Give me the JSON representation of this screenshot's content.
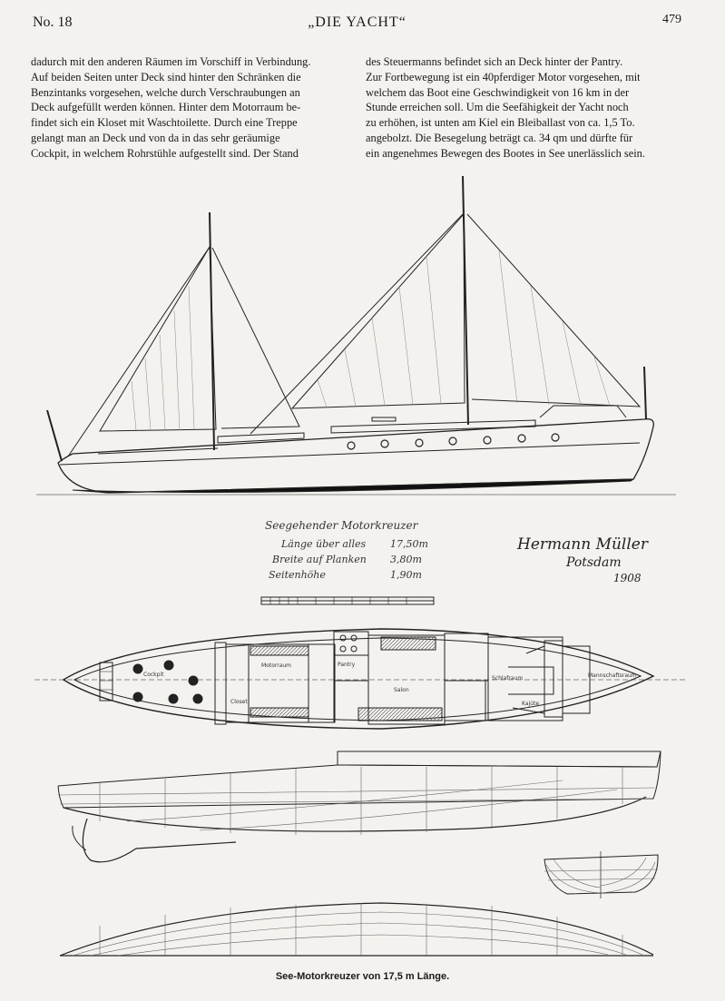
{
  "header": {
    "number": "No. 18",
    "title": "„DIE YACHT“",
    "page": "479"
  },
  "text_left": [
    "dadurch mit den anderen Räumen im Vorschiff in Verbindung.",
    "Auf beiden Seiten unter Deck sind hinter den Schränken die",
    "Benzintanks vorgesehen, welche durch Verschraubungen an",
    "Deck aufgefüllt werden können. Hinter dem Motorraum be-",
    "findet sich ein Kloset mit Waschtoilette. Durch eine Treppe",
    "gelangt man an Deck und von da in das sehr geräumige",
    "Cockpit, in welchem Rohrstühle aufgestellt sind. Der Stand"
  ],
  "text_right": [
    "des Steuermanns befindet sich an Deck hinter der Pantry.",
    "Zur Fortbewegung ist ein 40pferdiger Motor vorgesehen, mit",
    "welchem das Boot eine Geschwindigkeit von 16 km in der",
    "Stunde erreichen soll. Um die Seefähigkeit der Yacht noch",
    "zu erhöhen, ist unten am Kiel ein Bleiballast von ca. 1,5 To.",
    "angebolzt. Die Besegelung beträgt ca. 34 qm und dürfte für",
    "ein angenehmes Bewegen des Bootes in See unerlässlich sein."
  ],
  "handwritten_note": {
    "title": "Seegehender Motorkreuzer",
    "rows": [
      {
        "label": "Länge über alles",
        "value": "17,50m"
      },
      {
        "label": "Breite auf Planken",
        "value": "3,80m"
      },
      {
        "label": "Seitenhöhe",
        "value": "1,90m"
      }
    ]
  },
  "signature": {
    "name": "Hermann Müller",
    "place": "Potsdam",
    "year": "1908"
  },
  "plan_labels": {
    "cockpit": "Cockpit",
    "salon": "Salon",
    "pantry": "Pantry",
    "schlafraum": "Schlafraum",
    "motorraum": "Motorraum",
    "kajuete": "Kajüte",
    "kloset": "Closet",
    "vorschiff": "Mannschaftsraum"
  },
  "caption": "See-Motorkreuzer von 17,5 m Länge."
}
